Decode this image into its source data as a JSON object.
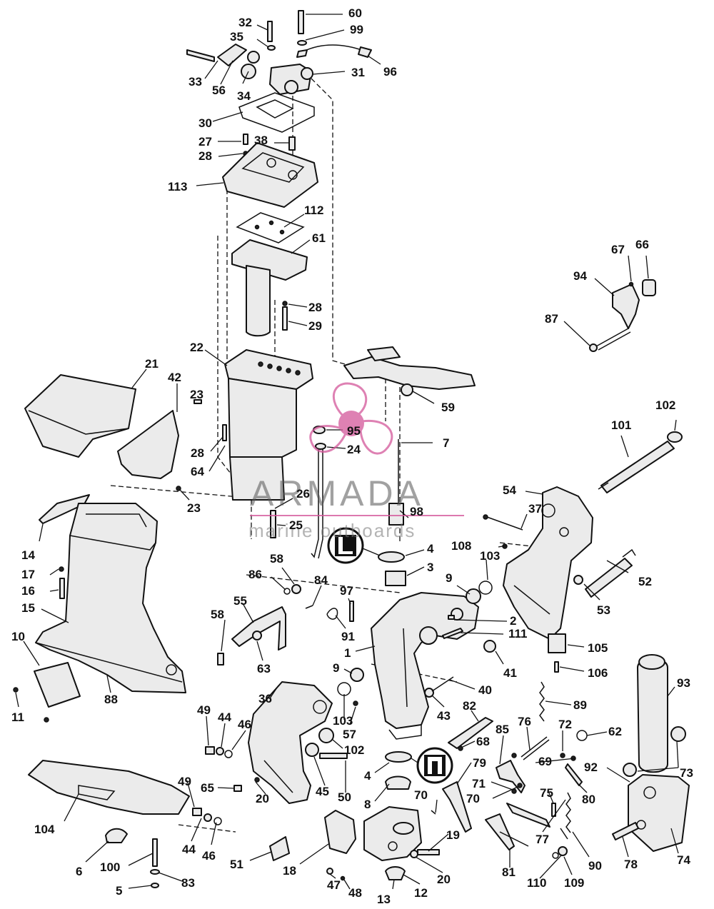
{
  "watermark": {
    "brand": "ARMADA",
    "tagline": "marine outboards",
    "color": "#d4579a"
  },
  "diagram": {
    "callouts": [
      {
        "id": "c32",
        "text": "32"
      },
      {
        "id": "c35",
        "text": "35"
      },
      {
        "id": "c33",
        "text": "33"
      },
      {
        "id": "c56",
        "text": "56"
      },
      {
        "id": "c34",
        "text": "34"
      },
      {
        "id": "c60",
        "text": "60"
      },
      {
        "id": "c99",
        "text": "99"
      },
      {
        "id": "c31",
        "text": "31"
      },
      {
        "id": "c96",
        "text": "96"
      },
      {
        "id": "c30",
        "text": "30"
      },
      {
        "id": "c27",
        "text": "27"
      },
      {
        "id": "c38",
        "text": "38"
      },
      {
        "id": "c28a",
        "text": "28"
      },
      {
        "id": "c113",
        "text": "113"
      },
      {
        "id": "c112",
        "text": "112"
      },
      {
        "id": "c61",
        "text": "61"
      },
      {
        "id": "c28b",
        "text": "28"
      },
      {
        "id": "c29",
        "text": "29"
      },
      {
        "id": "c67",
        "text": "67"
      },
      {
        "id": "c66",
        "text": "66"
      },
      {
        "id": "c94",
        "text": "94"
      },
      {
        "id": "c87",
        "text": "87"
      },
      {
        "id": "c22",
        "text": "22"
      },
      {
        "id": "c21",
        "text": "21"
      },
      {
        "id": "c42",
        "text": "42"
      },
      {
        "id": "c23a",
        "text": "23"
      },
      {
        "id": "c28c",
        "text": "28"
      },
      {
        "id": "c64",
        "text": "64"
      },
      {
        "id": "c23b",
        "text": "23"
      },
      {
        "id": "c59",
        "text": "59"
      },
      {
        "id": "c95",
        "text": "95"
      },
      {
        "id": "c24",
        "text": "24"
      },
      {
        "id": "c7",
        "text": "7"
      },
      {
        "id": "c102a",
        "text": "102"
      },
      {
        "id": "c101",
        "text": "101"
      },
      {
        "id": "c54",
        "text": "54"
      },
      {
        "id": "c26",
        "text": "26"
      },
      {
        "id": "c25",
        "text": "25"
      },
      {
        "id": "c98",
        "text": "98"
      },
      {
        "id": "c37",
        "text": "37"
      },
      {
        "id": "c14",
        "text": "14"
      },
      {
        "id": "c4a",
        "text": "4"
      },
      {
        "id": "c108",
        "text": "108"
      },
      {
        "id": "c103a",
        "text": "103"
      },
      {
        "id": "c3",
        "text": "3"
      },
      {
        "id": "c58a",
        "text": "58"
      },
      {
        "id": "c17",
        "text": "17"
      },
      {
        "id": "c86",
        "text": "86"
      },
      {
        "id": "c84",
        "text": "84"
      },
      {
        "id": "c9a",
        "text": "9"
      },
      {
        "id": "c52",
        "text": "52"
      },
      {
        "id": "c16",
        "text": "16"
      },
      {
        "id": "c97",
        "text": "97"
      },
      {
        "id": "c53",
        "text": "53"
      },
      {
        "id": "c55",
        "text": "55"
      },
      {
        "id": "c15",
        "text": "15"
      },
      {
        "id": "c58b",
        "text": "58"
      },
      {
        "id": "c2",
        "text": "2"
      },
      {
        "id": "c91",
        "text": "91"
      },
      {
        "id": "c111",
        "text": "111"
      },
      {
        "id": "c10",
        "text": "10"
      },
      {
        "id": "c105",
        "text": "105"
      },
      {
        "id": "c1",
        "text": "1"
      },
      {
        "id": "c63",
        "text": "63"
      },
      {
        "id": "c41",
        "text": "41"
      },
      {
        "id": "c106",
        "text": "106"
      },
      {
        "id": "c88",
        "text": "88"
      },
      {
        "id": "c9b",
        "text": "9"
      },
      {
        "id": "c11",
        "text": "11"
      },
      {
        "id": "c36",
        "text": "36"
      },
      {
        "id": "c40",
        "text": "40"
      },
      {
        "id": "c93",
        "text": "93"
      },
      {
        "id": "c89",
        "text": "89"
      },
      {
        "id": "c82",
        "text": "82"
      },
      {
        "id": "c43",
        "text": "43"
      },
      {
        "id": "c49a",
        "text": "49"
      },
      {
        "id": "c103b",
        "text": "103"
      },
      {
        "id": "c44a",
        "text": "44"
      },
      {
        "id": "c46a",
        "text": "46"
      },
      {
        "id": "c57",
        "text": "57"
      },
      {
        "id": "c76",
        "text": "76"
      },
      {
        "id": "c72",
        "text": "72"
      },
      {
        "id": "c62",
        "text": "62"
      },
      {
        "id": "c85",
        "text": "85"
      },
      {
        "id": "c68",
        "text": "68"
      },
      {
        "id": "c102b",
        "text": "102"
      },
      {
        "id": "c69",
        "text": "69"
      },
      {
        "id": "c79",
        "text": "79"
      },
      {
        "id": "c4b",
        "text": "4"
      },
      {
        "id": "c92",
        "text": "92"
      },
      {
        "id": "c73",
        "text": "73"
      },
      {
        "id": "c65",
        "text": "65"
      },
      {
        "id": "c20a",
        "text": "20"
      },
      {
        "id": "c45",
        "text": "45"
      },
      {
        "id": "c50",
        "text": "50"
      },
      {
        "id": "c71",
        "text": "71"
      },
      {
        "id": "c70a",
        "text": "70"
      },
      {
        "id": "c80",
        "text": "80"
      },
      {
        "id": "c49b",
        "text": "49"
      },
      {
        "id": "c8",
        "text": "8"
      },
      {
        "id": "c75",
        "text": "75"
      },
      {
        "id": "c104",
        "text": "104"
      },
      {
        "id": "c70b",
        "text": "70"
      },
      {
        "id": "c77",
        "text": "77"
      },
      {
        "id": "c44b",
        "text": "44"
      },
      {
        "id": "c46b",
        "text": "46"
      },
      {
        "id": "c19",
        "text": "19"
      },
      {
        "id": "c6",
        "text": "6"
      },
      {
        "id": "c51",
        "text": "51"
      },
      {
        "id": "c18",
        "text": "18"
      },
      {
        "id": "c20b",
        "text": "20"
      },
      {
        "id": "c81",
        "text": "81"
      },
      {
        "id": "c90",
        "text": "90"
      },
      {
        "id": "c78",
        "text": "78"
      },
      {
        "id": "c74",
        "text": "74"
      },
      {
        "id": "c100",
        "text": "100"
      },
      {
        "id": "c110",
        "text": "110"
      },
      {
        "id": "c109",
        "text": "109"
      },
      {
        "id": "c5",
        "text": "5"
      },
      {
        "id": "c83",
        "text": "83"
      },
      {
        "id": "c47",
        "text": "47"
      },
      {
        "id": "c48",
        "text": "48"
      },
      {
        "id": "c12",
        "text": "12"
      },
      {
        "id": "c13",
        "text": "13"
      }
    ]
  }
}
